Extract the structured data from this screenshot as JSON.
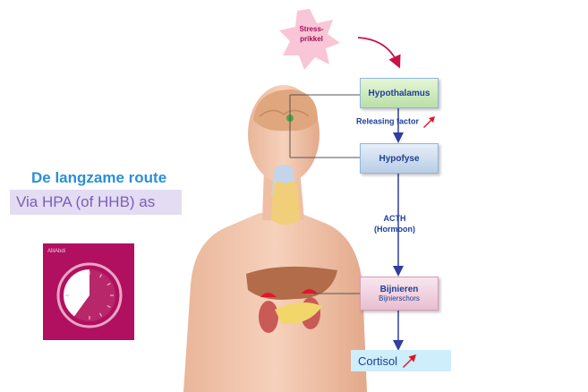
{
  "route": {
    "title": "De langzame route",
    "subtitle": "Via HPA (of HHB) as"
  },
  "clock_tile": {
    "brand": "AlliAbdi",
    "color": "#b0105f",
    "icon": "clock-icon",
    "fill_fraction": 0.4
  },
  "flow": {
    "stimulus": "Stress-\nprikkel",
    "hypothalamus": "Hypothalamus",
    "releasing_factor": "Releasing factor",
    "hypofyse": "Hypofyse",
    "acth": "ACTH",
    "hormoon": "(Hormoon)",
    "bijnieren": "Bijnieren",
    "bijnierschors": "Bijnierschors",
    "cortisol": "Cortisol"
  },
  "colors": {
    "arrow_blue": "#2e3f9c",
    "increase_arrow": "#e0162b",
    "title_blue": "#2a8fd8",
    "subtitle_purple": "#7b5fb8"
  },
  "icons": {
    "increase": "up-arrow-icon",
    "body": "human-body-illustration"
  }
}
